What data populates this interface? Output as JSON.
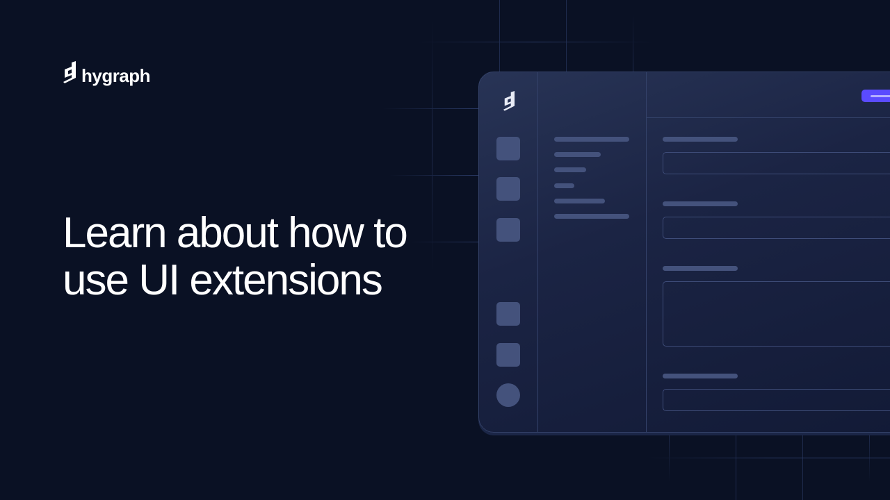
{
  "brand": {
    "name": "hygraph",
    "logo_icon": "hygraph-logo-icon"
  },
  "headline": {
    "text": "Learn about how to use UI extensions"
  },
  "colors": {
    "background": "#0a1124",
    "panel": "#1b2444",
    "placeholder": "#44527c",
    "accent": "#5a4bff",
    "text": "#ffffff"
  },
  "mock_ui": {
    "rail_icons": [
      "rail-square",
      "rail-square",
      "rail-square",
      "rail-square",
      "rail-square",
      "rail-avatar"
    ],
    "list_items": 6,
    "form_fields": [
      {
        "type": "input"
      },
      {
        "type": "input"
      },
      {
        "type": "textarea"
      },
      {
        "type": "input"
      }
    ],
    "primary_button": "placeholder-button"
  }
}
